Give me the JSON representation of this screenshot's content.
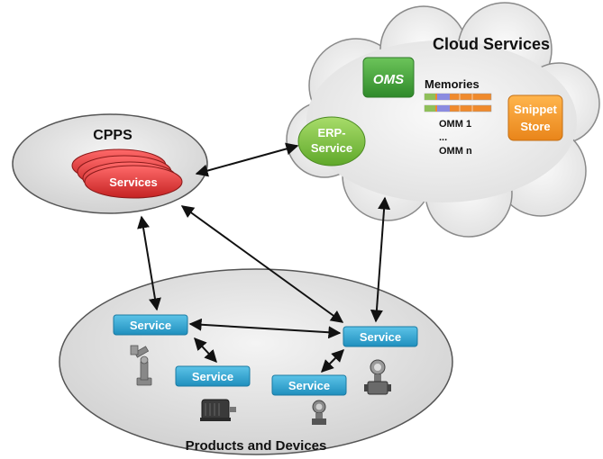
{
  "cloud": {
    "title": "Cloud Services"
  },
  "oms": {
    "label": "OMS"
  },
  "memories": {
    "title": "Memories",
    "items": [
      "OMM 1",
      "...",
      "OMM n"
    ]
  },
  "snippet_store": {
    "line1": "Snippet",
    "line2": "Store"
  },
  "erp": {
    "line1": "ERP-",
    "line2": "Service"
  },
  "cpps": {
    "title": "CPPS",
    "services_label": "Services"
  },
  "products": {
    "title": "Products and Devices",
    "service_boxes": [
      "Service",
      "Service",
      "Service",
      "Service"
    ]
  },
  "colors": {
    "cloud_fill": "#ececec",
    "ellipse_fill": "#dcdcdc",
    "oms_green": "#4aa83a",
    "erp_green": "#7cc33a",
    "snippet_orange": "#f39a2a",
    "services_red": "#d93030",
    "service_blue": "#31a5d0",
    "arrow": "#111111"
  },
  "icons": [
    "industrial-robot-icon",
    "electric-motor-icon",
    "pressure-transmitter-icon",
    "flow-meter-icon"
  ]
}
